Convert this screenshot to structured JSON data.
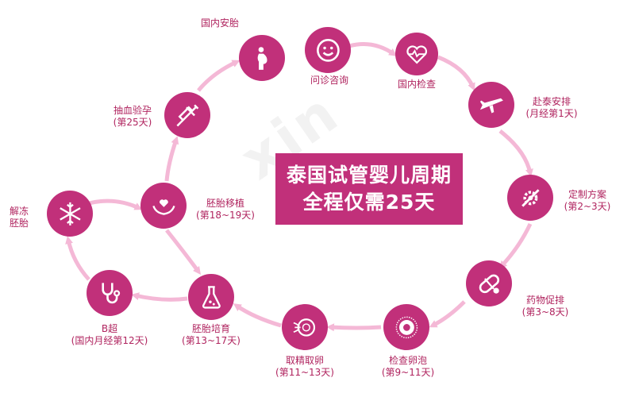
{
  "title_lines": [
    "泰国试管婴儿周期",
    "全程仅需25天"
  ],
  "watermark": "xin",
  "colors": {
    "primary": "#c1307a",
    "arrow": "#f4b8d6",
    "text": "#b0245f"
  },
  "steps": [
    {
      "id": "consult",
      "icon": "smiley-icon",
      "lines": [
        "问诊咨询"
      ]
    },
    {
      "id": "domestic-check",
      "icon": "heart-pulse-icon",
      "lines": [
        "国内检查"
      ]
    },
    {
      "id": "travel",
      "icon": "airplane-icon",
      "lines": [
        "赴泰安排",
        "(月经第1天)"
      ]
    },
    {
      "id": "plan",
      "icon": "gear-wrench-icon",
      "lines": [
        "定制方案",
        "(第2~3天)"
      ]
    },
    {
      "id": "medication",
      "icon": "pill-icon",
      "lines": [
        "药物促排",
        "(第3~8天)"
      ]
    },
    {
      "id": "follicle",
      "icon": "egg-cell-icon",
      "lines": [
        "检查卵泡",
        "(第9~11天)"
      ]
    },
    {
      "id": "retrieval",
      "icon": "sperm-egg-icon",
      "lines": [
        "取精取卵",
        "(第11~13天)"
      ]
    },
    {
      "id": "culture",
      "icon": "flask-icon",
      "lines": [
        "胚胎培育",
        "(第13~17天)"
      ]
    },
    {
      "id": "ultrasound",
      "icon": "stethoscope-icon",
      "lines": [
        "B超",
        "(国内月经第12天)"
      ]
    },
    {
      "id": "thaw",
      "icon": "snowflake-icon",
      "lines": [
        "解冻",
        "胚胎"
      ]
    },
    {
      "id": "transfer",
      "icon": "hands-heart-icon",
      "lines": [
        "胚胎移植",
        "(第18~19天)"
      ]
    },
    {
      "id": "pregnancy-test",
      "icon": "syringe-icon",
      "lines": [
        "抽血验孕",
        "(第25天)"
      ]
    },
    {
      "id": "prenatal",
      "icon": "pregnant-icon",
      "lines": [
        "国内安胎"
      ]
    }
  ]
}
